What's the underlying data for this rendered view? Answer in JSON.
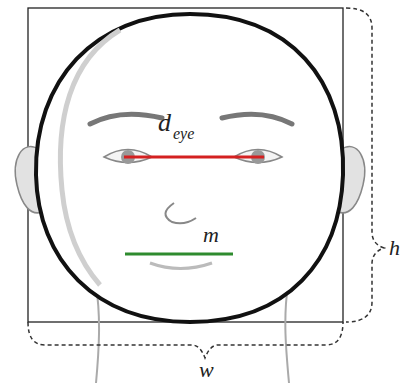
{
  "diagram": {
    "labels": [
      "d",
      "eye",
      "m",
      "h",
      "w"
    ]
  }
}
